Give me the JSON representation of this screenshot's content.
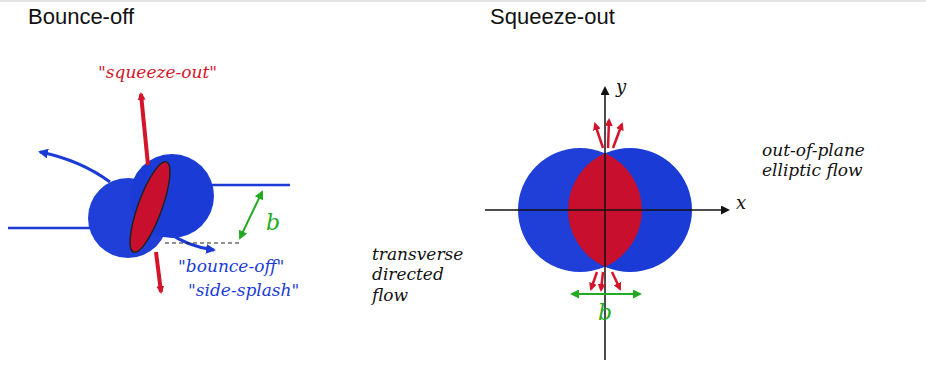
{
  "diagram": {
    "nodes": [
      {
        "text": [
          "Bounce-off"
        ]
      },
      {
        "text": [
          "Squeeze-out"
        ]
      }
    ],
    "labels": [
      "\"squeeze-out\"",
      "\"bounce-off\"",
      "\"side-splash\"",
      "b",
      "transverse directed flow",
      "y",
      "x",
      "b",
      "out-of-plane elliptic flow"
    ]
  }
}
